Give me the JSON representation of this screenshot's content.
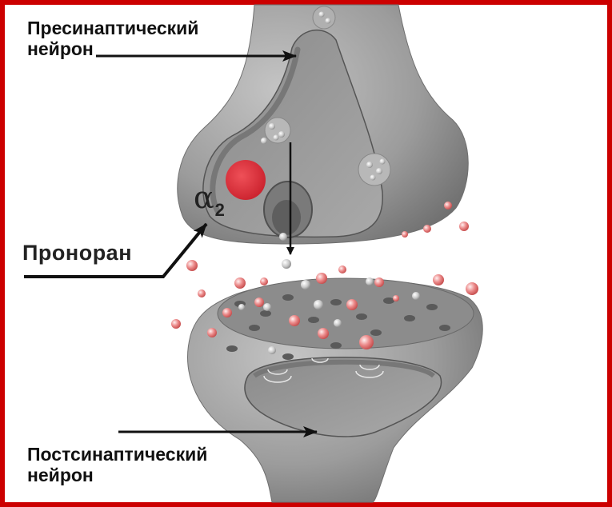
{
  "labels": {
    "presynaptic": "Пресинаптический\nнейрон",
    "postsynaptic": "Постсинаптический\nнейрон",
    "drug": "Проноран"
  },
  "receptor": {
    "symbol": "α",
    "subscript": "2"
  },
  "colors": {
    "frame": "#cc0000",
    "receptor_dot": "#e0303a",
    "neuron_gray": "#9a9a9a",
    "transmitter_red": "#e98888",
    "transmitter_gray": "#d0d0d0"
  }
}
